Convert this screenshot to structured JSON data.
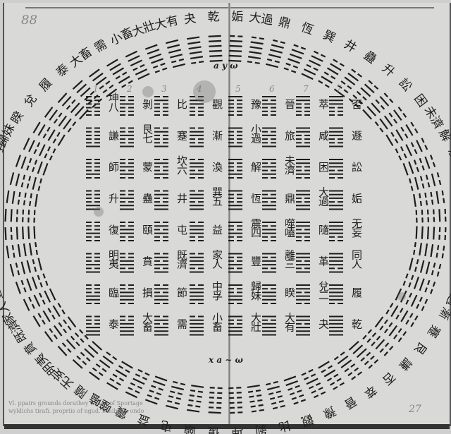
{
  "document": {
    "title_pages": {
      "left_page_number": "88",
      "right_page_number": "27"
    },
    "markers": {
      "top_center": "a y ω",
      "bottom_center": "x a ~ ω"
    },
    "caption_lines": [
      "Vl. ppairs grounds dorathey Grade of Sportage",
      "wyldichs tirafi. propriis of ngud. schibit & ondo"
    ],
    "ring_labels": [
      "乾",
      "夬",
      "大有",
      "大壯",
      "小畜",
      "需",
      "大畜",
      "泰",
      "履",
      "兌",
      "睽",
      "歸妹",
      "中孚",
      "節",
      "損",
      "臨",
      "同人",
      "革",
      "離",
      "豐",
      "家人",
      "既濟",
      "賁",
      "明夷",
      "无妄",
      "隨",
      "噬嗑",
      "震",
      "益",
      "屯",
      "頤",
      "復",
      "姤",
      "大過",
      "鼎",
      "恆",
      "巽",
      "井",
      "蠱",
      "升",
      "訟",
      "困",
      "未濟",
      "解",
      "渙",
      "坎",
      "蒙",
      "師",
      "遯",
      "咸",
      "旅",
      "小過",
      "漸",
      "蹇",
      "艮",
      "謙",
      "否",
      "萃",
      "晉",
      "豫",
      "觀",
      "比",
      "剝",
      "坤"
    ],
    "grid_columns": [
      {
        "labels": [
          "否",
          "遯",
          "訟",
          "姤",
          "无妄",
          "同人",
          "履",
          "乾"
        ],
        "number": "7"
      },
      {
        "labels": [
          "萃",
          "咸",
          "困",
          "大過",
          "隨",
          "革",
          "兌二",
          "夬"
        ],
        "number": "7"
      },
      {
        "labels": [
          "晉",
          "旅",
          "未濟",
          "鼎",
          "噬嗑",
          "離三",
          "睽",
          "大有"
        ],
        "number": "6"
      },
      {
        "labels": [
          "豫",
          "小過",
          "解",
          "恆",
          "震四",
          "豐",
          "歸妹",
          "大壯"
        ],
        "number": "5"
      },
      {
        "labels": [
          "觀",
          "漸",
          "渙",
          "巽五",
          "益",
          "家人",
          "中孚",
          "小畜"
        ],
        "number": "4"
      },
      {
        "labels": [
          "比",
          "蹇",
          "坎六",
          "井",
          "屯",
          "既濟",
          "節",
          "需"
        ],
        "number": "3"
      },
      {
        "labels": [
          "剝",
          "艮七",
          "蒙",
          "蠱",
          "頤",
          "賁",
          "損",
          "大畜"
        ],
        "number": "2"
      },
      {
        "labels": [
          "坤八",
          "謙",
          "師",
          "升",
          "復",
          "明夷",
          "臨",
          "泰"
        ],
        "number": "1"
      }
    ],
    "colors": {
      "ink": "#1d1d1d",
      "paper": "#d9d9d7",
      "pencil": "#8a8a8a"
    }
  }
}
